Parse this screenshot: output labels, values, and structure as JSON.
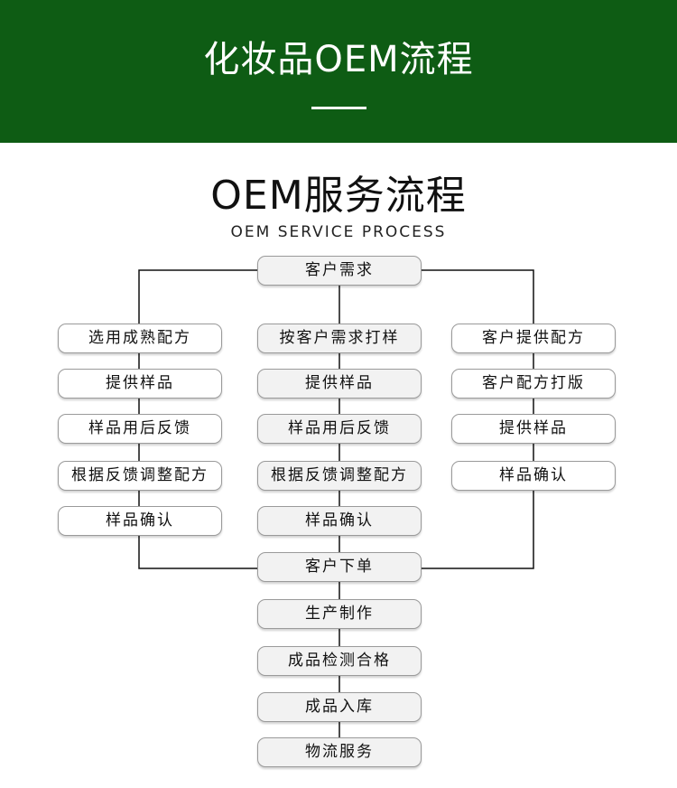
{
  "banner": {
    "title": "化妆品OEM流程"
  },
  "heading": {
    "title": "OEM服务流程",
    "subtitle": "OEM SERVICE PROCESS"
  },
  "flow": {
    "start": "客户需求",
    "left": [
      "选用成熟配方",
      "提供样品",
      "样品用后反馈",
      "根据反馈调整配方",
      "样品确认"
    ],
    "middle": [
      "按客户需求打样",
      "提供样品",
      "样品用后反馈",
      "根据反馈调整配方",
      "样品确认"
    ],
    "right": [
      "客户提供配方",
      "客户配方打版",
      "提供样品",
      "样品确认"
    ],
    "after": [
      "客户下单",
      "生产制作",
      "成品检测合格",
      "成品入库",
      "物流服务"
    ]
  }
}
